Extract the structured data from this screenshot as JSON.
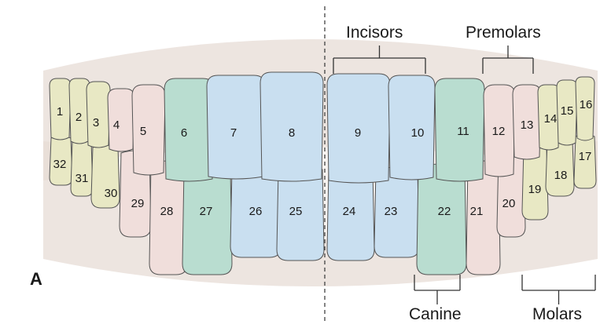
{
  "labels": {
    "incisors": "Incisors",
    "premolars": "Premolars",
    "canine": "Canine",
    "molars": "Molars",
    "panel": "A"
  },
  "colors": {
    "incisor": "#c9dff0",
    "canine": "#b9ddd0",
    "premolar": "#f0dedb",
    "molar": "#e8e8c4",
    "gum": "#e7dcd5",
    "outline": "#555555"
  },
  "upper_teeth": [
    {
      "n": "1",
      "type": "molar"
    },
    {
      "n": "2",
      "type": "molar"
    },
    {
      "n": "3",
      "type": "molar"
    },
    {
      "n": "4",
      "type": "premolar"
    },
    {
      "n": "5",
      "type": "premolar"
    },
    {
      "n": "6",
      "type": "canine"
    },
    {
      "n": "7",
      "type": "incisor"
    },
    {
      "n": "8",
      "type": "incisor"
    },
    {
      "n": "9",
      "type": "incisor"
    },
    {
      "n": "10",
      "type": "incisor"
    },
    {
      "n": "11",
      "type": "canine"
    },
    {
      "n": "12",
      "type": "premolar"
    },
    {
      "n": "13",
      "type": "premolar"
    },
    {
      "n": "14",
      "type": "molar"
    },
    {
      "n": "15",
      "type": "molar"
    },
    {
      "n": "16",
      "type": "molar"
    }
  ],
  "lower_teeth": [
    {
      "n": "32",
      "type": "molar"
    },
    {
      "n": "31",
      "type": "molar"
    },
    {
      "n": "30",
      "type": "molar"
    },
    {
      "n": "29",
      "type": "premolar"
    },
    {
      "n": "28",
      "type": "premolar"
    },
    {
      "n": "27",
      "type": "canine"
    },
    {
      "n": "26",
      "type": "incisor"
    },
    {
      "n": "25",
      "type": "incisor"
    },
    {
      "n": "24",
      "type": "incisor"
    },
    {
      "n": "23",
      "type": "incisor"
    },
    {
      "n": "22",
      "type": "canine"
    },
    {
      "n": "21",
      "type": "premolar"
    },
    {
      "n": "20",
      "type": "premolar"
    },
    {
      "n": "19",
      "type": "molar"
    },
    {
      "n": "18",
      "type": "molar"
    },
    {
      "n": "17",
      "type": "molar"
    }
  ]
}
